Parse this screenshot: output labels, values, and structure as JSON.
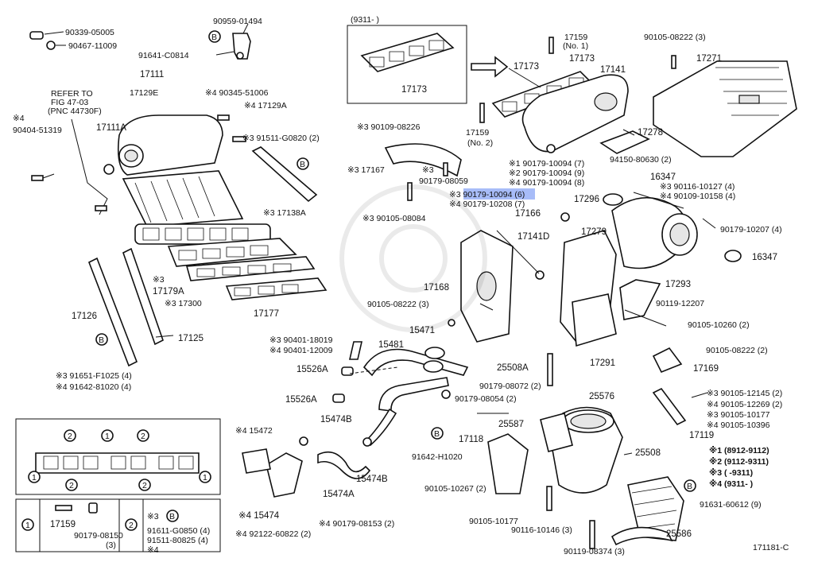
{
  "colors": {
    "line": "#111111",
    "highlight": "#8aa6f5",
    "background": "#ffffff"
  },
  "labels": {
    "p90339_05005": "90339-05005",
    "p90467_11009": "90467-11009",
    "p90959_01494": "90959-01494",
    "p91641_C0814": "91641-C0814",
    "p17111": "17111",
    "p17129E": "17129E",
    "refer_to_1": "REFER TO",
    "refer_to_2": "FIG 47-03",
    "refer_to_3": "(PNC 44730F)",
    "p90345_51006": "※4 90345-51006",
    "p17129A": "※4 17129A",
    "p90404_51319_mark": "※4",
    "p90404_51319": "90404-51319",
    "p17111A": "17111A",
    "p91511_G0820": "※3 91511-G0820 (2)",
    "p17138A": "※3 17138A",
    "p9311_top": "(9311-           )",
    "p17173_small": "17173",
    "p17159_no1_a": "17159",
    "p17159_no1_b": "(No. 1)",
    "p17173_a": "17173",
    "p17173_b": "17173",
    "p17141": "17141",
    "p90105_08222_3": "90105-08222 (3)",
    "p17271": "17271",
    "p90109_08226": "※3 90109-08226",
    "p17159_no2_a": "17159",
    "p17159_no2_b": "(No. 2)",
    "p17278": "17278",
    "p17167": "※3 17167",
    "p3_mark": "※3",
    "p90179_08059": "90179-08059",
    "p1_90179_10094": "※1 90179-10094 (7)",
    "p2_90179_10094": "※2 90179-10094 (9)",
    "p4_90179_10094": "※4 90179-10094 (8)",
    "p94150_80630": "94150-80630 (2)",
    "p16347_a": "16347",
    "p3_90179_10094_6": "※3 90179-10094 (6)",
    "p4_90179_10208": "※4 90179-10208 (7)",
    "p90116_10127": "※3 90116-10127 (4)",
    "p90109_10158": "※4 90109-10158 (4)",
    "p17296": "17296",
    "p90105_08084": "※3 90105-08084",
    "p17166": "17166",
    "p90179_10207": "90179-10207 (4)",
    "p17141D": "17141D",
    "p17279": "17279",
    "p16347_b": "16347",
    "p17168": "17168",
    "p17293": "17293",
    "p90105_08222_3b": "90105-08222 (3)",
    "p90119_12207": "90119-12207",
    "p90105_10260": "90105-10260 (2)",
    "p15471": "15471",
    "p90401_18019": "※3 90401-18019",
    "p90401_12009": "※4 90401-12009",
    "p15481": "15481",
    "p90105_08222_2": "90105-08222 (2)",
    "p15526A_a": "15526A",
    "p25508A": "25508A",
    "p17291": "17291",
    "p17169": "17169",
    "p15526A_b": "15526A",
    "p90179_08072": "90179-08072 (2)",
    "p90179_08054": "90179-08054 (2)",
    "p25576": "25576",
    "p90105_12145": "※3 90105-12145 (2)",
    "p90105_12269": "※4 90105-12269 (2)",
    "p17126": "17126",
    "p17125": "17125",
    "p91651_F1025": "※3 91651-F1025 (4)",
    "p91642_81020": "※4 91642-81020 (4)",
    "p17179A_mark": "※3",
    "p17179A": "17179A",
    "p17300": "※3 17300",
    "p17177": "17177",
    "p15474B_a": "15474B",
    "p15472": "※4 15472",
    "p25587": "25587",
    "p90105_10177_3": "※3 90105-10177",
    "p90105_10396": "※4 90105-10396",
    "p17119": "17119",
    "p91642_H1020": "91642-H1020",
    "p17118": "17118",
    "p25508": "25508",
    "range1": "※1 (8912-9112)",
    "range2": "※2 (9112-9311)",
    "range3": "※3 (           -9311)",
    "range4": "※4 (9311-           )",
    "p15474B_b": "15474B",
    "p15474A": "15474A",
    "p90105_10267": "90105-10267 (2)",
    "p91631_60612": "91631-60612 (9)",
    "p15474": "※4 15474",
    "p90179_08153": "※4 90179-08153 (2)",
    "p92122_60822": "※4 92122-60822 (2)",
    "p90105_10177": "90105-10177",
    "p90116_10146": "90116-10146 (3)",
    "p25586": "25586",
    "p90119_08374": "90119-08374 (3)",
    "fig_code": "171181-C",
    "inset_17159": "17159",
    "inset_90179_08150_a": "90179-08150",
    "inset_90179_08150_b": "(3)",
    "inset_3": "※3",
    "inset_91611_G0850": "91611-G0850 (4)",
    "inset_91511_80825": "91511-80825 (4)",
    "inset_4": "※4",
    "circ_1": "1",
    "circ_2": "2",
    "circ_B": "B"
  }
}
